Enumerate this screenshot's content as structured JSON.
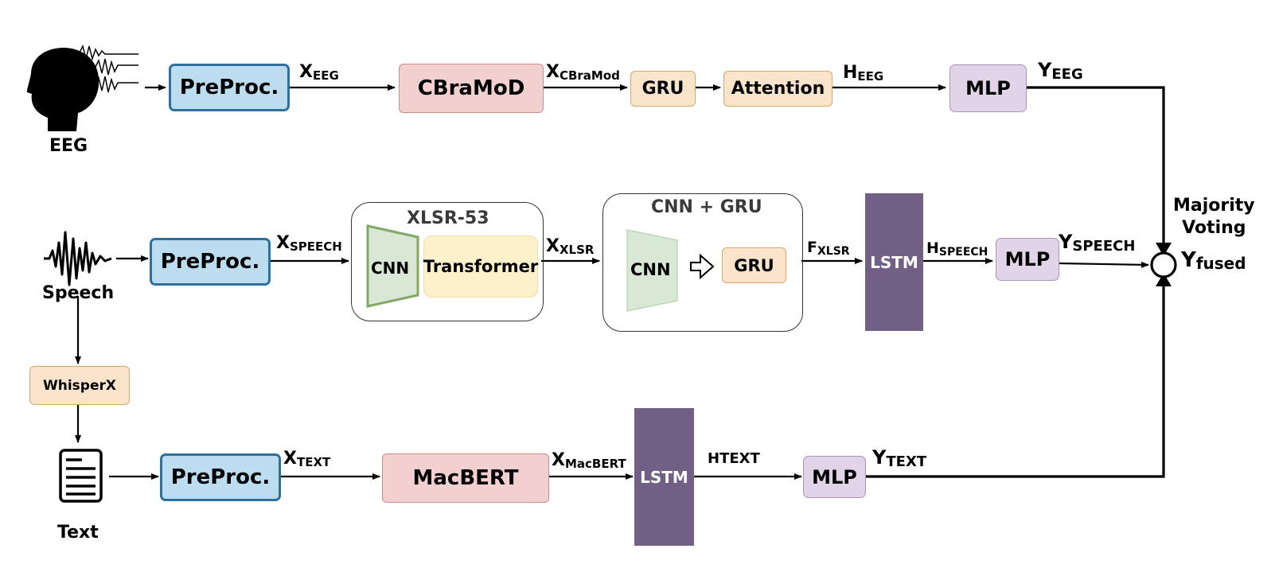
{
  "colors": {
    "preproc_fill": "#bcdcf0",
    "preproc_border": "#2e6f9e",
    "encoder_fill": "#f2d0cf",
    "gru_fill": "#fbe4cc",
    "mlp_fill": "#e2d4e8",
    "lstm_fill": "#715f85",
    "cnn_fill": "#d8e8d4",
    "transformer_fill": "#fdf1cc"
  },
  "inputs": {
    "eeg": "EEG",
    "speech": "Speech",
    "text": "Text"
  },
  "eeg_branch": {
    "preproc": "PreProc.",
    "x_eeg": {
      "base": "X",
      "sub": "EEG"
    },
    "encoder": "CBraMoD",
    "x_cbramod": {
      "base": "X",
      "sub": "CBraMod"
    },
    "gru": "GRU",
    "attention": "Attention",
    "h_eeg": {
      "base": "H",
      "sub": "EEG"
    },
    "mlp": "MLP",
    "y_eeg": {
      "base": "Y",
      "sub": "EEG"
    }
  },
  "speech_branch": {
    "preproc": "PreProc.",
    "x_speech": {
      "base": "X",
      "sub": "SPEECH"
    },
    "xlsr_title": "XLSR-53",
    "xlsr_cnn": "CNN",
    "xlsr_transformer": "Transformer",
    "x_xlsr": {
      "base": "X",
      "sub": "XLSR"
    },
    "cnn_gru_title": "CNN + GRU",
    "cnn": "CNN",
    "gru": "GRU",
    "f_xlsr": {
      "base": "F",
      "sub": "XLSR"
    },
    "lstm": "LSTM",
    "h_speech": {
      "base": "H",
      "sub": "SPEECH"
    },
    "mlp": "MLP",
    "y_speech": {
      "base": "Y",
      "sub": "SPEECH"
    },
    "whisperx": "WhisperX"
  },
  "text_branch": {
    "preproc": "PreProc.",
    "x_text": {
      "base": "X",
      "sub": "TEXT"
    },
    "encoder": "MacBERT",
    "x_macbert": {
      "base": "X",
      "sub": "MacBERT"
    },
    "lstm": "LSTM",
    "h_text": "HTEXT",
    "mlp": "MLP",
    "y_text": {
      "base": "Y",
      "sub": "TEXT"
    }
  },
  "fusion": {
    "title_line1": "Majority",
    "title_line2": "Voting",
    "y_fused": {
      "base": "Y",
      "sub": "fused"
    }
  }
}
